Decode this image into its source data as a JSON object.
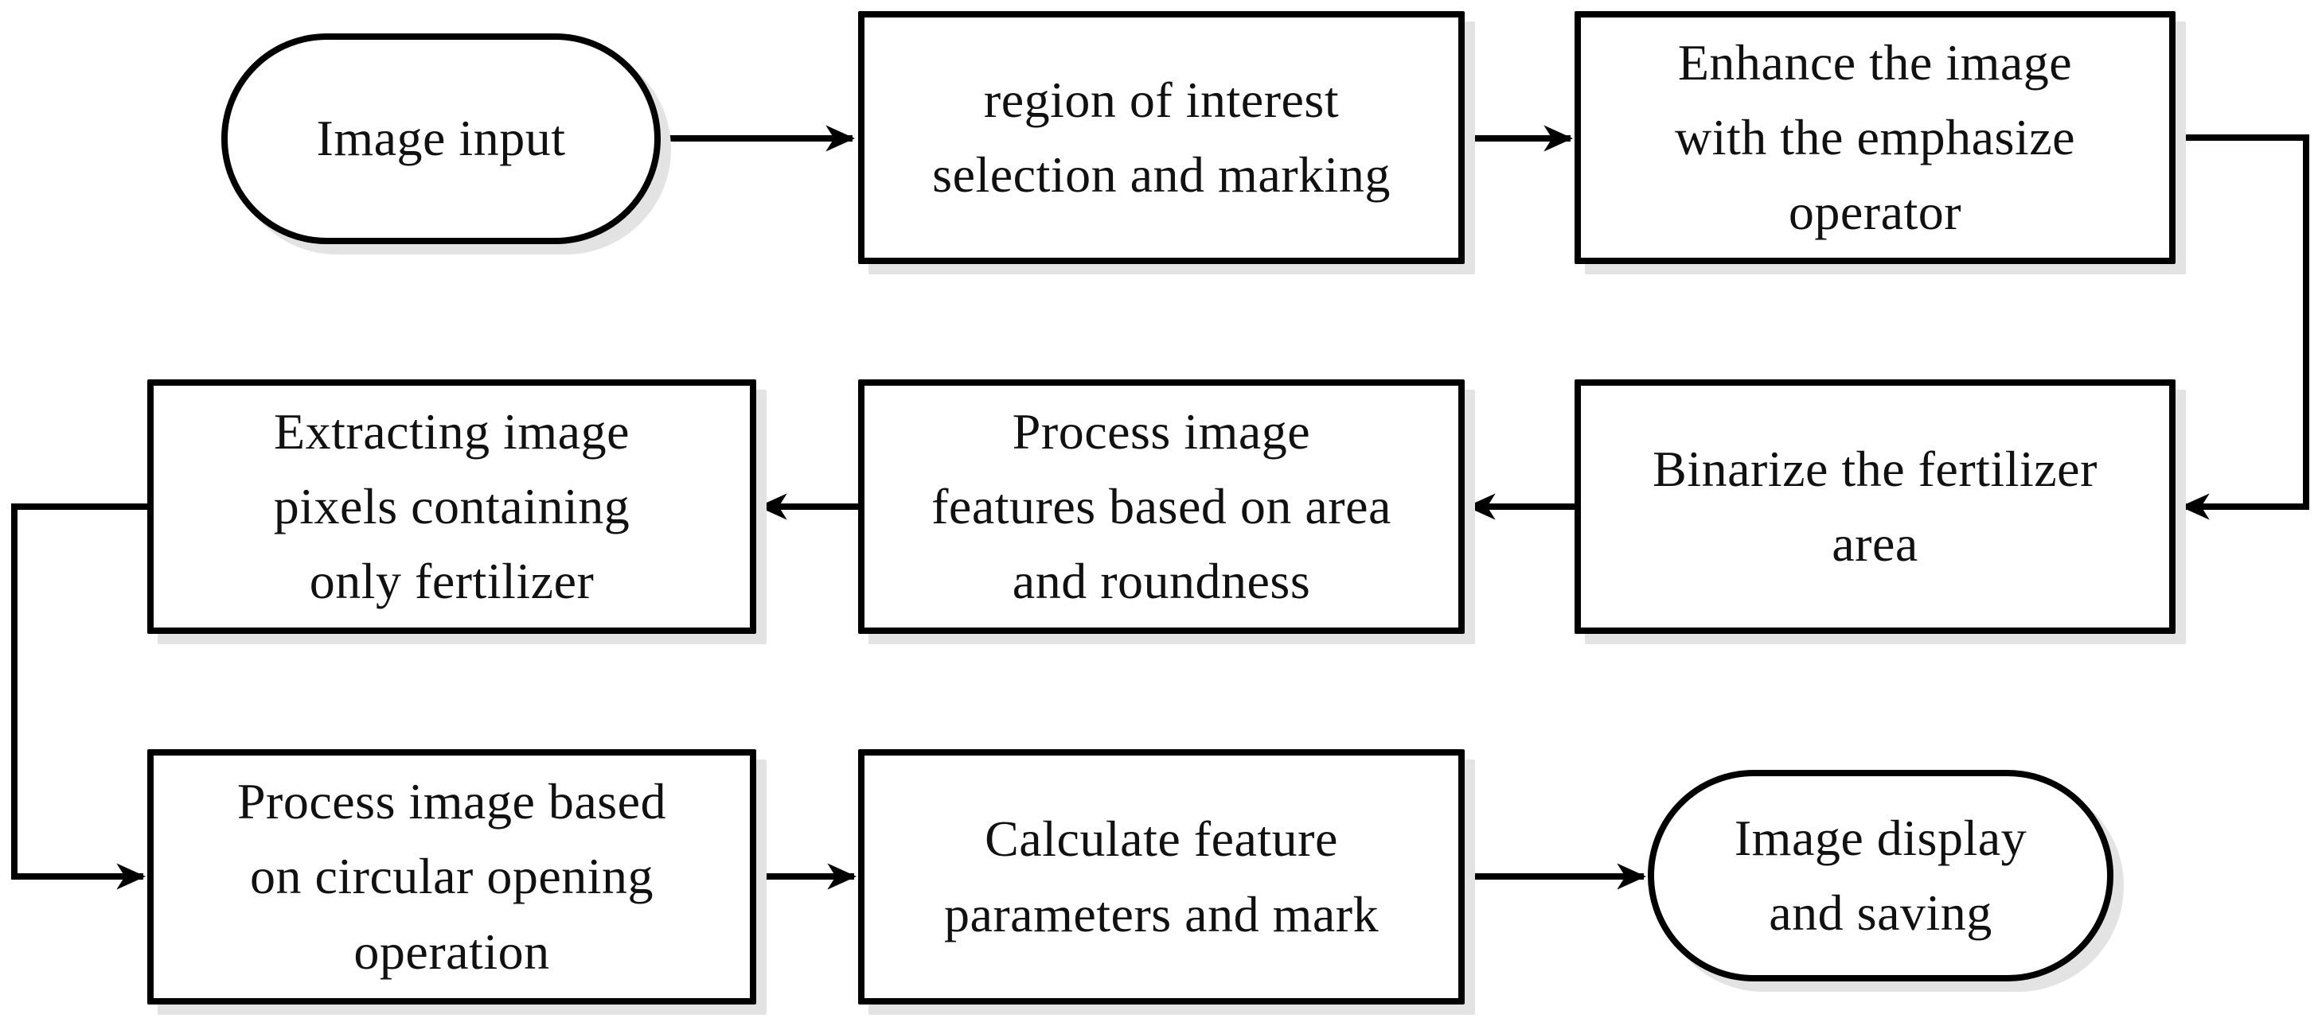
{
  "theme": {
    "stroke_color": "#000000",
    "text_color": "#111111",
    "shadow_color": "#e3e3e3",
    "background_color": "#ffffff"
  },
  "nodes": [
    {
      "id": "image-input",
      "shape": "terminator",
      "label": "Image input"
    },
    {
      "id": "roi-selection",
      "shape": "process",
      "label": "region of interest\nselection and marking"
    },
    {
      "id": "enhance-emphasize",
      "shape": "process",
      "label": "Enhance the image\nwith the emphasize\noperator"
    },
    {
      "id": "binarize-area",
      "shape": "process",
      "label": "Binarize the fertilizer\narea"
    },
    {
      "id": "process-features",
      "shape": "process",
      "label": "Process image\nfeatures based on area\nand roundness"
    },
    {
      "id": "extract-pixels",
      "shape": "process",
      "label": "Extracting image\npixels containing\nonly fertilizer"
    },
    {
      "id": "circular-opening",
      "shape": "process",
      "label": "Process image based\non circular opening\noperation"
    },
    {
      "id": "calculate-parameters",
      "shape": "process",
      "label": "Calculate feature\nparameters and mark"
    },
    {
      "id": "image-display-saving",
      "shape": "terminator",
      "label": "Image display\nand saving"
    }
  ],
  "edges": [
    {
      "from": "image-input",
      "to": "roi-selection"
    },
    {
      "from": "roi-selection",
      "to": "enhance-emphasize"
    },
    {
      "from": "enhance-emphasize",
      "to": "binarize-area"
    },
    {
      "from": "binarize-area",
      "to": "process-features"
    },
    {
      "from": "process-features",
      "to": "extract-pixels"
    },
    {
      "from": "extract-pixels",
      "to": "circular-opening"
    },
    {
      "from": "circular-opening",
      "to": "calculate-parameters"
    },
    {
      "from": "calculate-parameters",
      "to": "image-display-saving"
    }
  ]
}
